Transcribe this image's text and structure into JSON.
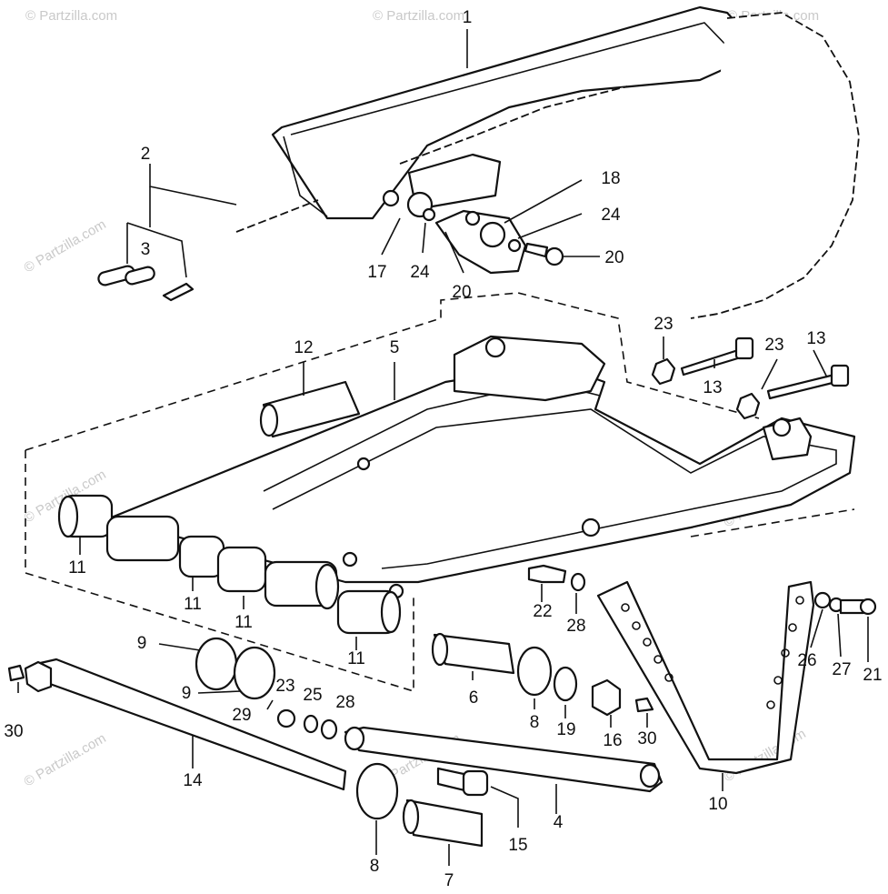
{
  "watermark": "© Partzilla.com",
  "callouts": {
    "c1": "1",
    "c2": "2",
    "c3": "3",
    "c4": "4",
    "c5": "5",
    "c6": "6",
    "c7": "7",
    "c8a": "8",
    "c8b": "8",
    "c9a": "9",
    "c9b": "9",
    "c10": "10",
    "c11a": "11",
    "c11b": "11",
    "c11c": "11",
    "c11d": "11",
    "c12": "12",
    "c13a": "13",
    "c13b": "13",
    "c14": "14",
    "c15": "15",
    "c16": "16",
    "c17": "17",
    "c18": "18",
    "c19": "19",
    "c20a": "20",
    "c20b": "20",
    "c21": "21",
    "c22": "22",
    "c23a": "23",
    "c23b": "23",
    "c23c": "23",
    "c24a": "24",
    "c24b": "24",
    "c25": "25",
    "c26": "26",
    "c27": "27",
    "c28a": "28",
    "c28b": "28",
    "c29": "29",
    "c30a": "30",
    "c30b": "30"
  }
}
